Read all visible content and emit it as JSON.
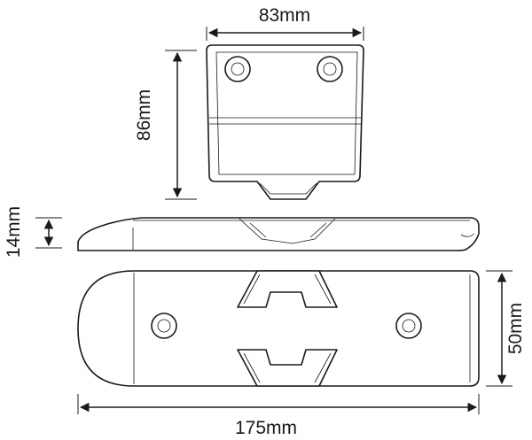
{
  "dimensions": {
    "top_width": "83mm",
    "top_height": "86mm",
    "side_thickness": "14mm",
    "bottom_height": "50mm",
    "bottom_length": "175mm"
  }
}
